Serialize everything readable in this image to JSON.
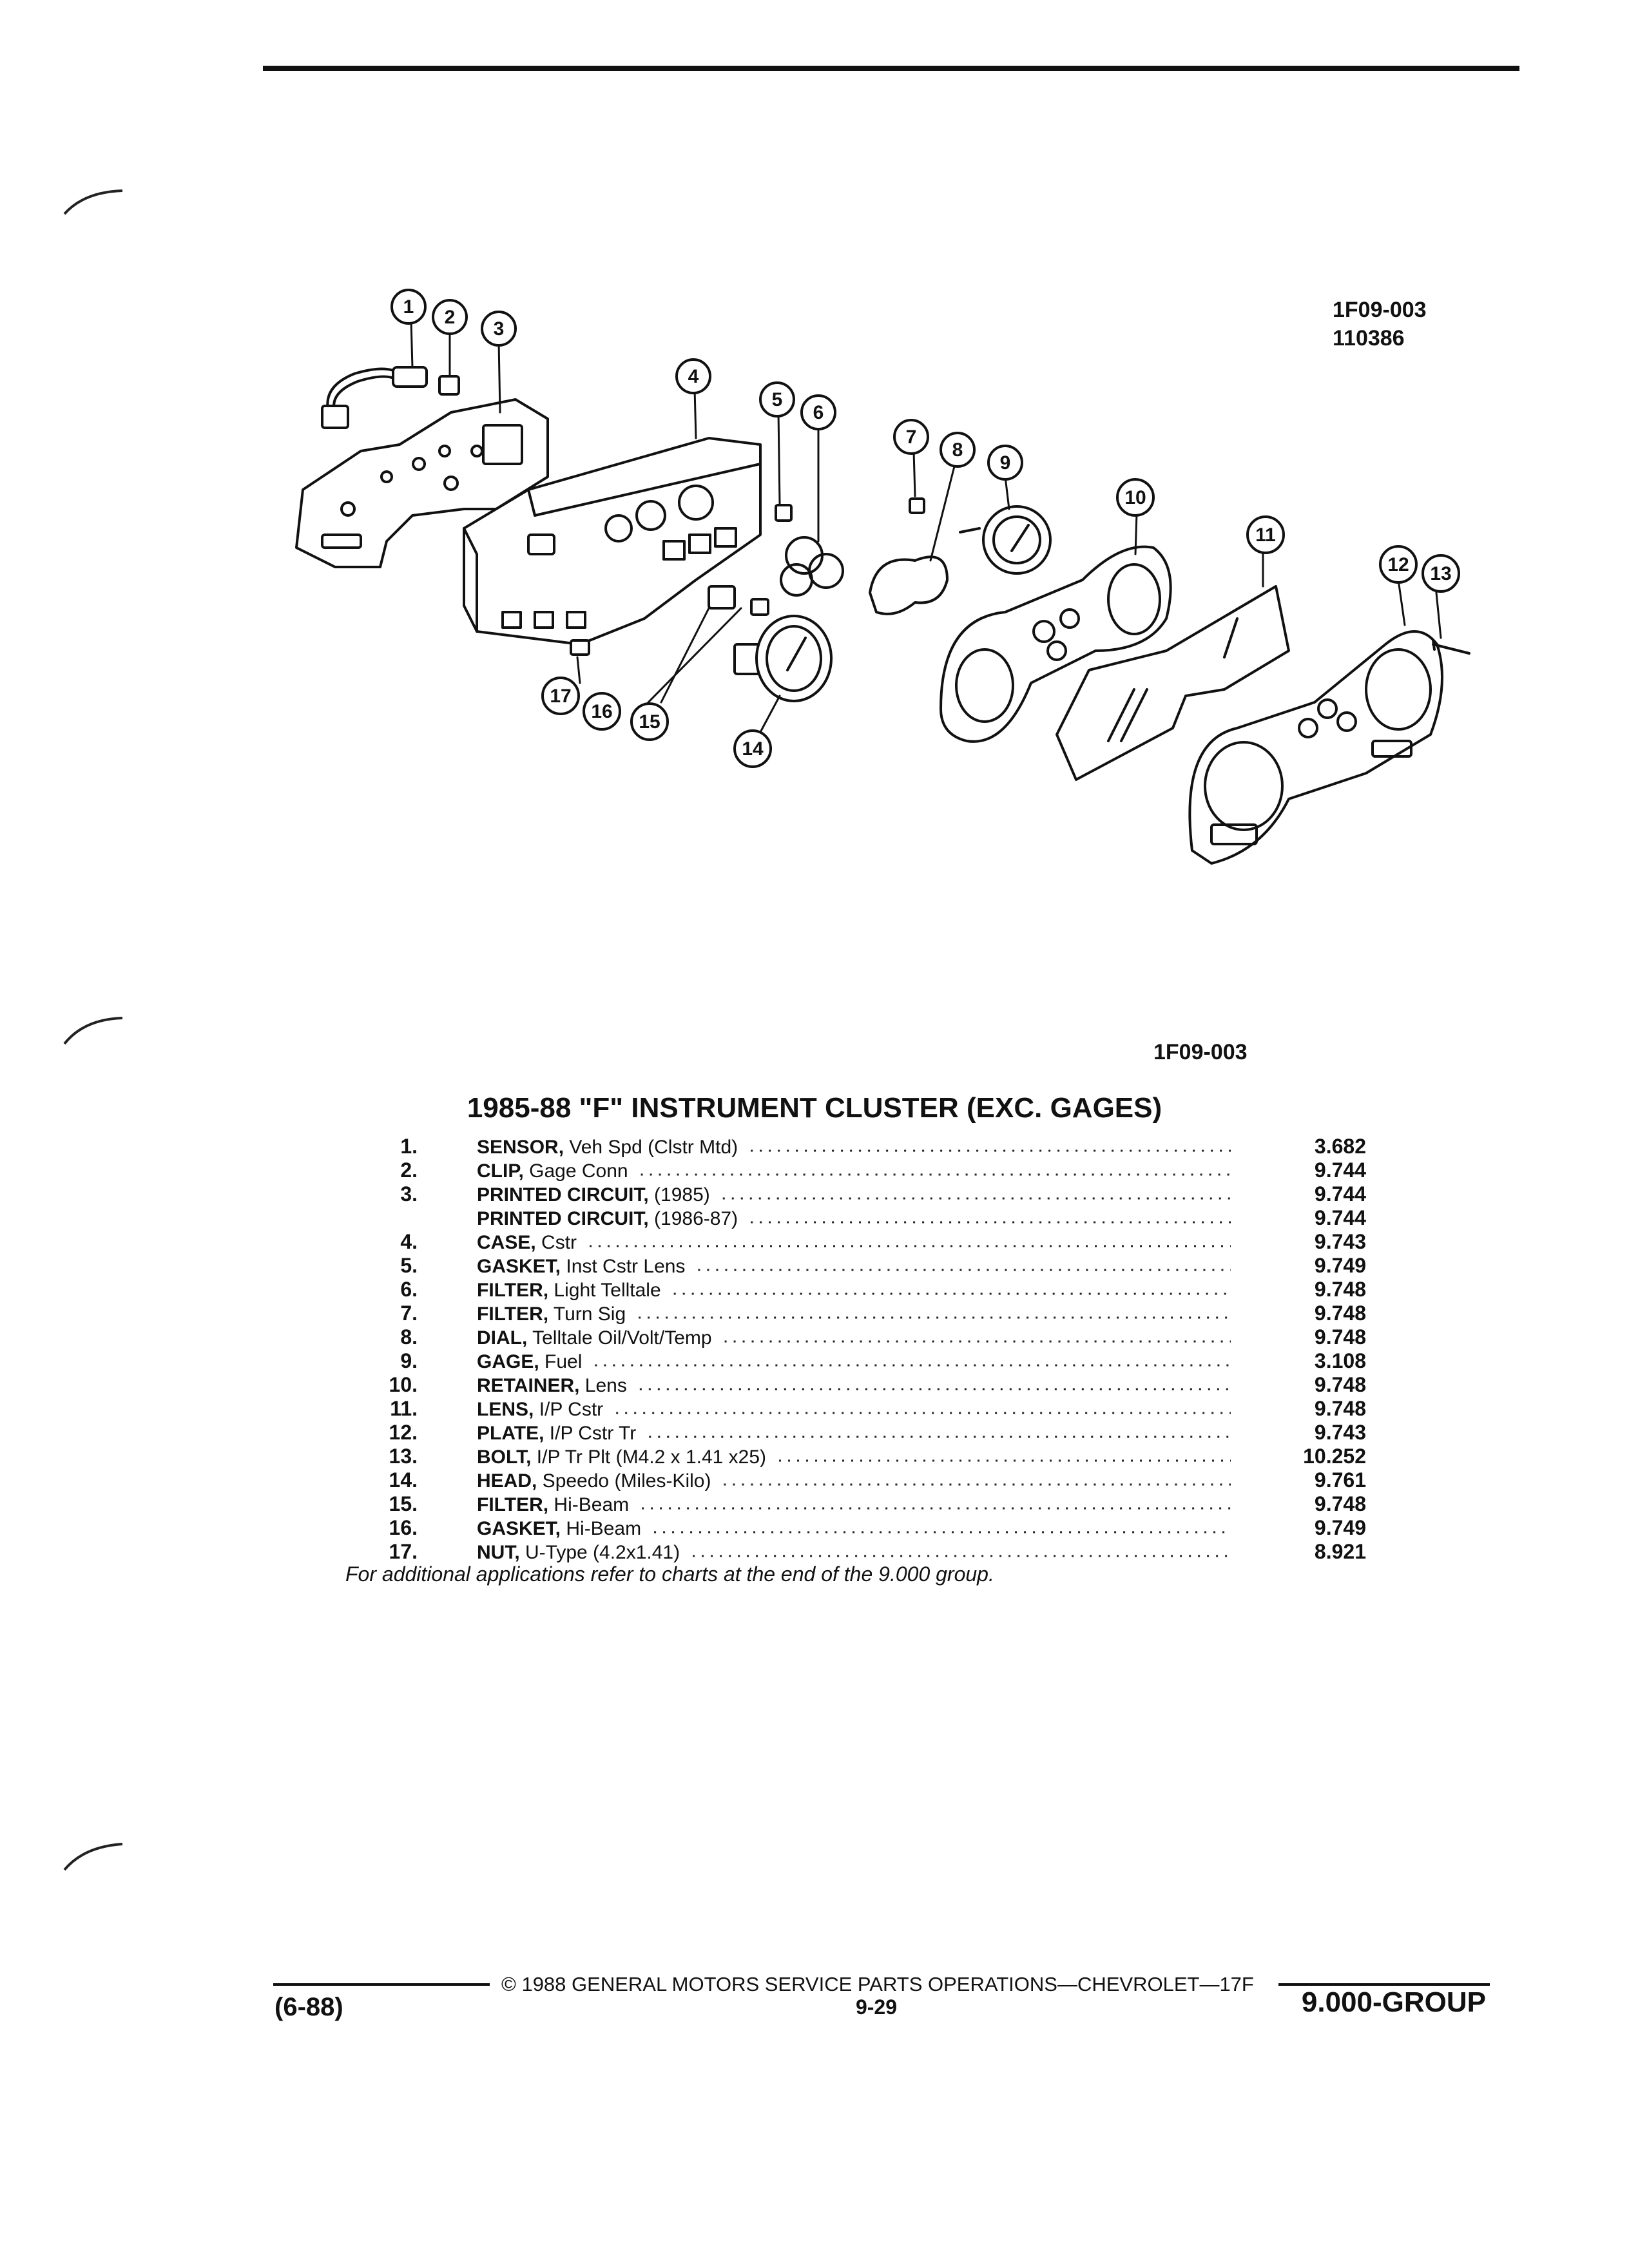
{
  "header": {
    "figure_code": "1F09-003",
    "figure_date": "110386"
  },
  "figure": {
    "caption_code": "1F09-003",
    "callouts": [
      "1",
      "2",
      "3",
      "4",
      "5",
      "6",
      "7",
      "8",
      "9",
      "10",
      "11",
      "12",
      "13",
      "14",
      "15",
      "16",
      "17"
    ]
  },
  "section": {
    "title": "1985-88 \"F\" INSTRUMENT CLUSTER (EXC. GAGES)",
    "parts": [
      {
        "no": "1.",
        "name": "SENSOR,",
        "desc": " Veh Spd (Clstr Mtd)",
        "group": "3.682"
      },
      {
        "no": "2.",
        "name": "CLIP,",
        "desc": " Gage Conn",
        "group": "9.744"
      },
      {
        "no": "3.",
        "name": "PRINTED CIRCUIT,",
        "desc": " (1985)",
        "group": "9.744"
      },
      {
        "no": "",
        "name": "PRINTED CIRCUIT,",
        "desc": " (1986-87)",
        "group": "9.744"
      },
      {
        "no": "4.",
        "name": "CASE,",
        "desc": " Cstr",
        "group": "9.743"
      },
      {
        "no": "5.",
        "name": "GASKET,",
        "desc": " Inst Cstr Lens",
        "group": "9.749"
      },
      {
        "no": "6.",
        "name": "FILTER,",
        "desc": " Light Telltale",
        "group": "9.748"
      },
      {
        "no": "7.",
        "name": "FILTER,",
        "desc": " Turn Sig",
        "group": "9.748"
      },
      {
        "no": "8.",
        "name": "DIAL,",
        "desc": " Telltale Oil/Volt/Temp",
        "group": "9.748"
      },
      {
        "no": "9.",
        "name": "GAGE,",
        "desc": " Fuel",
        "group": "3.108"
      },
      {
        "no": "10.",
        "name": "RETAINER,",
        "desc": " Lens",
        "group": "9.748"
      },
      {
        "no": "11.",
        "name": "LENS,",
        "desc": " I/P Cstr",
        "group": "9.748"
      },
      {
        "no": "12.",
        "name": "PLATE,",
        "desc": " I/P Cstr Tr",
        "group": "9.743"
      },
      {
        "no": "13.",
        "name": "BOLT,",
        "desc": " I/P Tr Plt (M4.2 x 1.41 x25)",
        "group": "10.252"
      },
      {
        "no": "14.",
        "name": "HEAD,",
        "desc": " Speedo (Miles-Kilo)",
        "group": "9.761"
      },
      {
        "no": "15.",
        "name": "FILTER,",
        "desc": " Hi-Beam",
        "group": "9.748"
      },
      {
        "no": "16.",
        "name": "GASKET,",
        "desc": " Hi-Beam",
        "group": "9.749"
      },
      {
        "no": "17.",
        "name": "NUT,",
        "desc": " U-Type (4.2x1.41)",
        "group": "8.921"
      }
    ],
    "note": "For additional applications refer to charts at the end of the 9.000 group."
  },
  "footer": {
    "revision": "(6-88)",
    "copyright": "© 1988 GENERAL MOTORS SERVICE PARTS OPERATIONS—CHEVROLET—17F",
    "page_number": "9-29",
    "group_label": "9.000-GROUP"
  }
}
